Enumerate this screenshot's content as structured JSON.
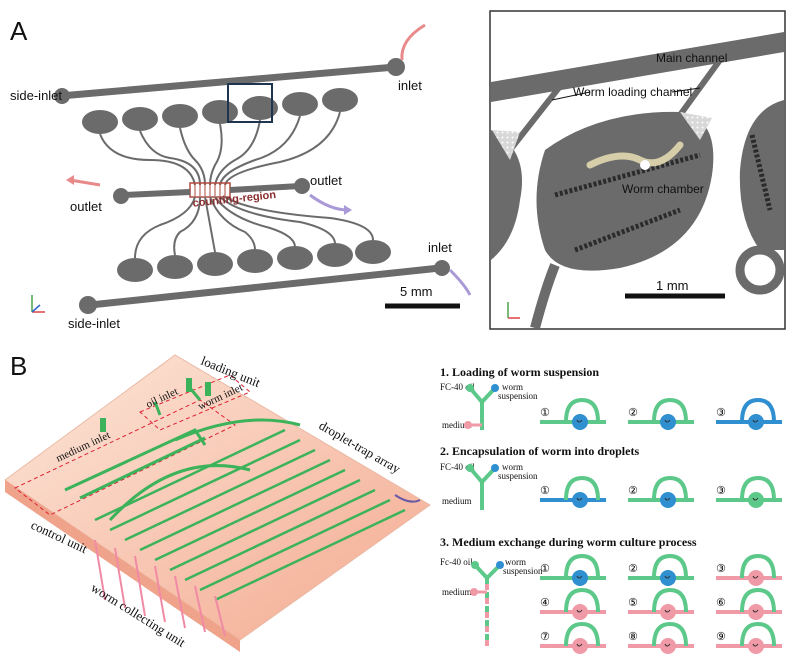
{
  "panelA": {
    "letter": "A",
    "left": {
      "side_inlet_top": "side-inlet",
      "side_inlet_bottom": "side-inlet",
      "inlet_top": "inlet",
      "inlet_bottom": "inlet",
      "outlet_left": "outlet",
      "outlet_right": "outlet",
      "counting_region": "counting-region",
      "scale": "5 mm"
    },
    "right": {
      "main_channel": "Main channel",
      "worm_loading_channel": "Worm loading channel",
      "worm_chamber": "Worm chamber",
      "scale": "1 mm"
    }
  },
  "panelB": {
    "letter": "B",
    "device": {
      "loading_unit": "loading unit",
      "oil_inlet": "oil inlet",
      "worm_inlet": "worm inlet",
      "medium_inlet": "medium inlet",
      "droplet_trap_array": "droplet-trap array",
      "control_unit": "control unit",
      "worm_collecting_unit": "worm collecting unit"
    },
    "step1": {
      "title": "1. Loading of worm suspension",
      "oil": "FC-40 oil",
      "worm": "worm",
      "suspension": "suspension",
      "medium": "medium",
      "nums": [
        "①",
        "②",
        "③"
      ]
    },
    "step2": {
      "title": "2. Encapsulation of worm into droplets",
      "oil": "FC-40 oil",
      "worm": "worm",
      "suspension": "suspension",
      "medium": "medium",
      "nums": [
        "①",
        "②",
        "③"
      ]
    },
    "step3": {
      "title": "3. Medium exchange during worm culture process",
      "oil": "Fc-40 oil",
      "worm": "worm",
      "suspension": "suspension",
      "medium": "medium",
      "nums": [
        "①",
        "②",
        "③",
        "④",
        "⑤",
        "⑥",
        "⑦",
        "⑧",
        "⑨"
      ]
    }
  },
  "colors": {
    "chip": "#6b6b6b",
    "green": "#5cc98a",
    "blue": "#2f8fd0",
    "pink": "#ef9aa6",
    "purple": "#a999d6",
    "salmon": "#f2b6a0"
  }
}
